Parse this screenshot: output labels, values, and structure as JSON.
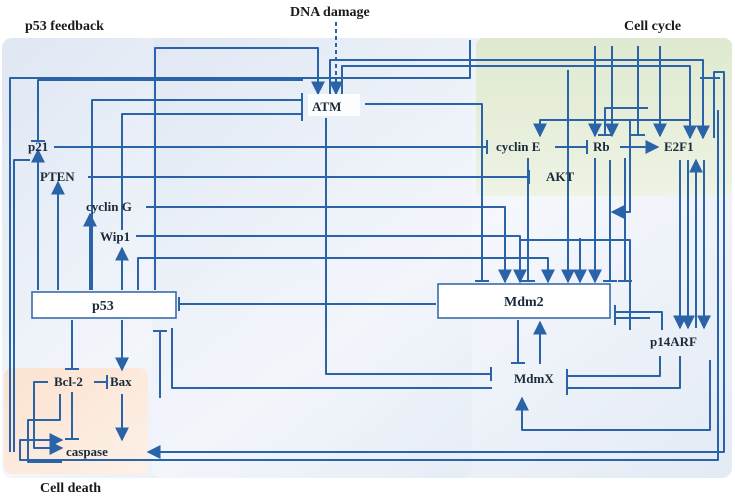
{
  "regions": {
    "feedback": "p53 feedback",
    "damage": "DNA damage",
    "cycle": "Cell cycle",
    "death": "Cell death"
  },
  "nodes": {
    "atm": "ATM",
    "p21": "p21",
    "pten": "PTEN",
    "cycling": "cyclin G",
    "wip1": "Wip1",
    "p53": "p53",
    "mdm2": "Mdm2",
    "mdmx": "MdmX",
    "cycline": "cyclin E",
    "rb": "Rb",
    "e2f1": "E2F1",
    "akt": "AKT",
    "p14arf": "p14ARF",
    "bcl2": "Bcl-2",
    "bax": "Bax",
    "caspase": "caspase"
  },
  "colors": {
    "edge": "#2b63a8",
    "feedback_bg": "#e6ecf5",
    "cycle_bg": "#e6efd8",
    "death_bg": "#fbe5d6"
  }
}
